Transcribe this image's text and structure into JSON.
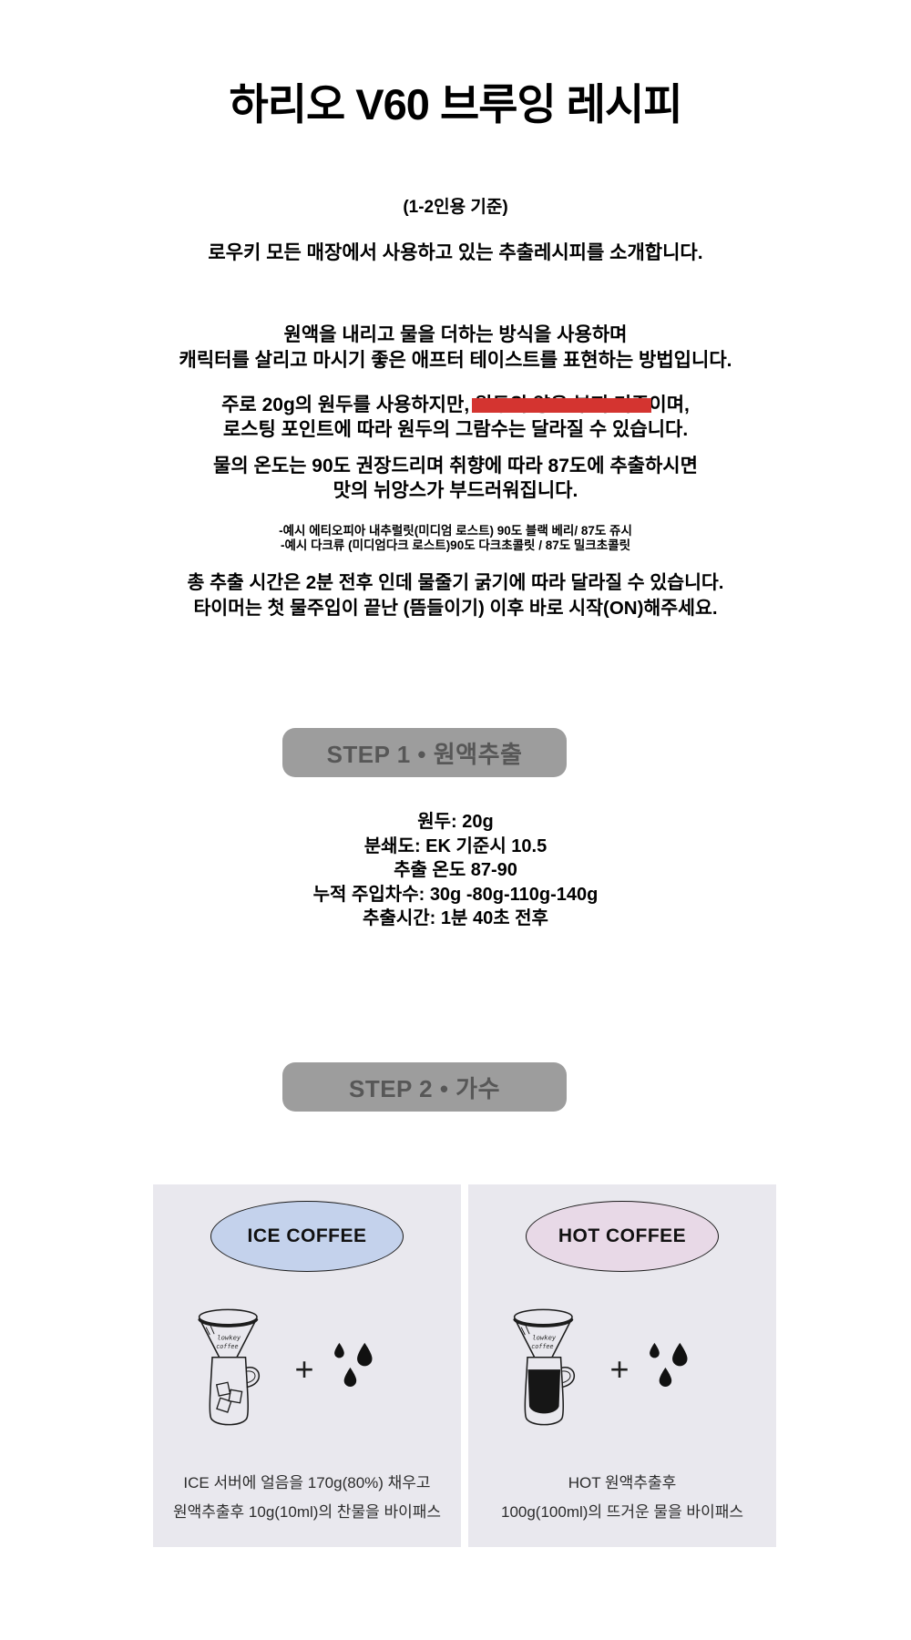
{
  "page": {
    "title": "하리오 V60 브루잉 레시피",
    "subtitle": "(1-2인용 기준)",
    "intro": "로우키 모든 매장에서 사용하고 있는 추출레시피를 소개합니다."
  },
  "paragraphs": {
    "method": [
      "원액을 내리고 물을 더하는 방식을 사용하며",
      "캐릭터를 살리고 마시기 좋은 애프터 테이스트를 표현하는 방법입니다."
    ],
    "dose_pre": "주로 20g의 원두를 사용하지만, ",
    "dose_redacted": "원두의 양은 부피 기준",
    "dose_post": "이며,",
    "dose_line2": "로스팅 포인트에 따라 원두의 그람수는 달라질 수 있습니다.",
    "temp": [
      "물의 온도는 90도 권장드리며 취향에 따라 87도에 추출하시면",
      "맛의 뉘앙스가 부드러워집니다."
    ],
    "examples": [
      "-예시 에티오피아 내추럴릿(미디엄 로스트) 90도 블랙 베리/ 87도 쥬시",
      "-예시 다크류 (미디엄다크 로스트)90도 다크초콜릿 / 87도 밀크초콜릿"
    ],
    "time": [
      "총 추출 시간은 2분 전후 인데 물줄기 굵기에 따라 달라질 수 있습니다.",
      "타이머는 첫 물주입이 끝난 (뜸들이기) 이후 바로 시작(ON)해주세요."
    ]
  },
  "step1": {
    "label": "STEP 1 • 원액추출",
    "details": [
      "원두: 20g",
      "분쇄도: EK 기준시 10.5",
      "추출 온도 87-90",
      "누적 주입차수: 30g -80g-110g-140g",
      "추출시간: 1분 40초 전후"
    ]
  },
  "step2": {
    "label": "STEP 2 • 가수"
  },
  "cards": {
    "ice": {
      "badge": "ICE COFFEE",
      "caption": [
        "ICE 서버에 얼음을 170g(80%) 채우고",
        "원액추출후 10g(10ml)의 찬물을 바이패스"
      ]
    },
    "hot": {
      "badge": "HOT COFFEE",
      "caption": [
        "HOT 원액추출후",
        "100g(100ml)의 뜨거운 물을 바이패스"
      ]
    }
  },
  "icons": {
    "dripper": "v60-dripper-on-server",
    "plus": "+",
    "drops": "water-drops",
    "dripper_doodle_line1": "lowkey",
    "dripper_doodle_line2": "coffee"
  },
  "colors": {
    "redaction": "#d43430",
    "banner_bg": "#9d9d9d",
    "banner_text": "#575757",
    "card_bg": "#e9e8ee",
    "ice_badge_fill": "#c4d2ec",
    "hot_badge_fill": "#e8d9e7"
  }
}
